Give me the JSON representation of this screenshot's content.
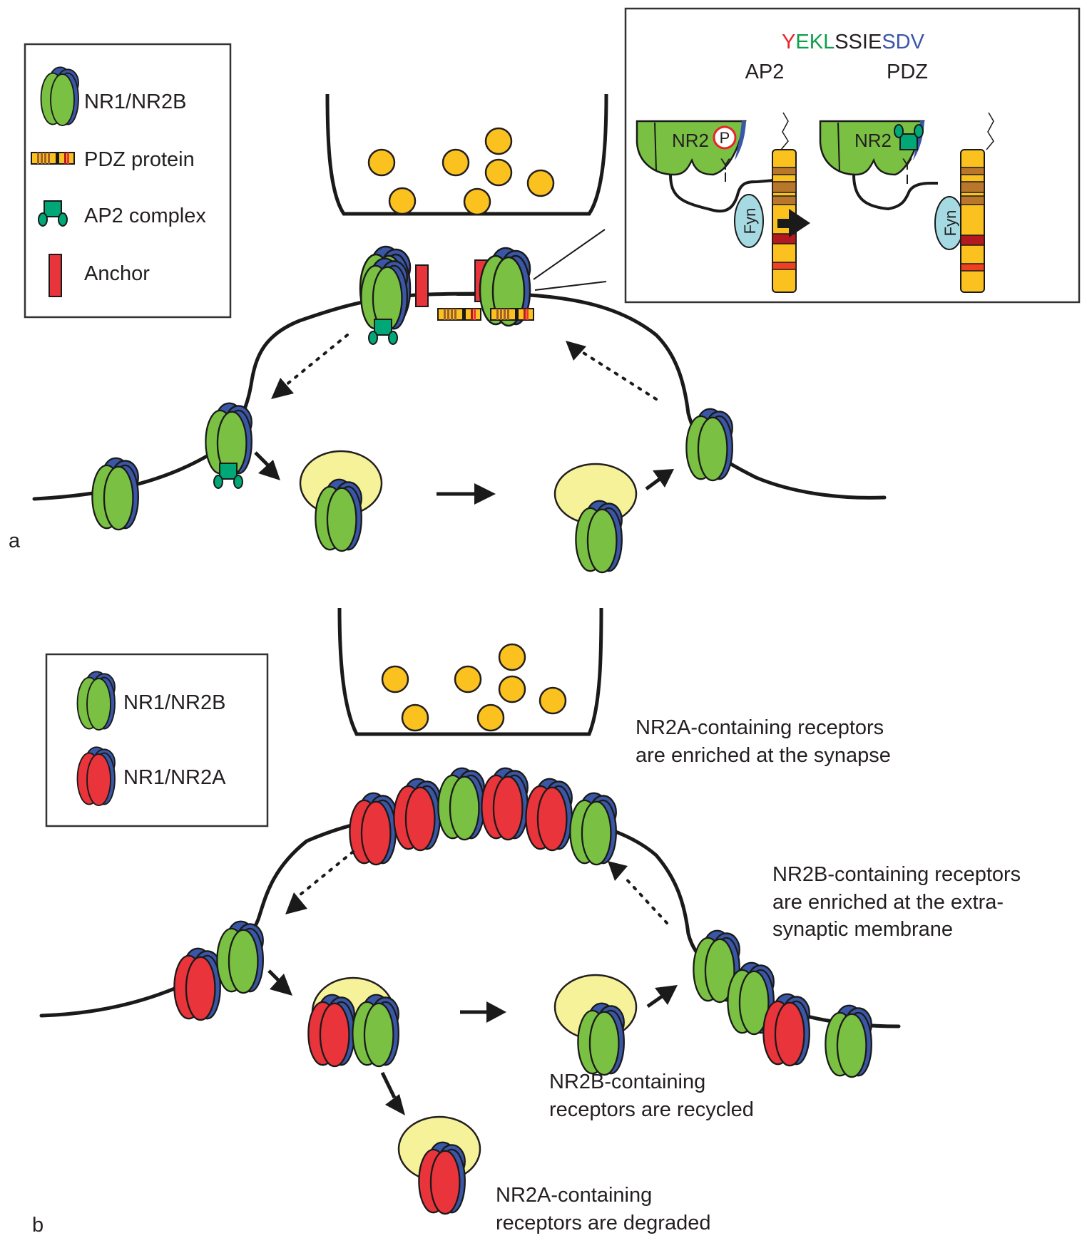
{
  "panel_a": {
    "panel_label": "a",
    "legend": {
      "items": [
        {
          "label": "NR1/NR2B",
          "icon": "nr1-nr2b-receptor-icon"
        },
        {
          "label": "PDZ protein",
          "icon": "pdz-protein-icon"
        },
        {
          "label": "AP2 complex",
          "icon": "ap2-complex-icon"
        },
        {
          "label": "Anchor",
          "icon": "anchor-icon"
        }
      ]
    },
    "inset": {
      "sequence": [
        {
          "text": "Y",
          "color": "#e8232a"
        },
        {
          "text": "EKL",
          "color": "#0e9f4a"
        },
        {
          "text": "SSIE",
          "color": "#231f20"
        },
        {
          "text": "SDV",
          "color": "#3a57a7"
        }
      ],
      "left_title": "AP2",
      "right_title": "PDZ",
      "nr2_label": "NR2",
      "phospho_label": "P",
      "tyrosine_label": "Y",
      "fyn_label": "Fyn"
    }
  },
  "panel_b": {
    "panel_label": "b",
    "legend": {
      "items": [
        {
          "label": "NR1/NR2B",
          "icon": "nr1-nr2b-receptor-icon"
        },
        {
          "label": "NR1/NR2A",
          "icon": "nr1-nr2a-receptor-icon"
        }
      ]
    },
    "annotations": {
      "synapse": [
        "NR2A-containing receptors",
        "are enriched at the synapse"
      ],
      "extrasynaptic": [
        "NR2B-containing receptors",
        "are enriched at the extra-",
        "synaptic membrane"
      ],
      "recycled": [
        "NR2B-containing",
        "receptors are recycled"
      ],
      "degraded": [
        "NR2A-containing",
        "receptors are degraded"
      ]
    }
  },
  "colors": {
    "nr1_green": "#7ac143",
    "nr2a_red": "#e8343a",
    "nr2_blue": "#3a57a7",
    "vesicle_yellow": "#fbc21f",
    "endosome_yellow": "#f6f29a",
    "ap2_teal": "#00a878",
    "anchor_red": "#e8343a",
    "fyn_cyan": "#a6dae3"
  }
}
